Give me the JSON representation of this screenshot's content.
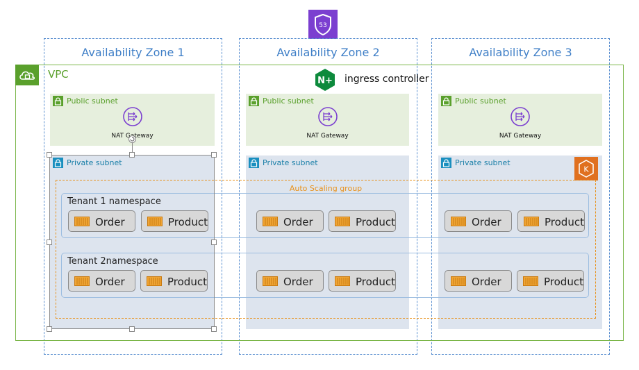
{
  "availability_zones": [
    {
      "title": "Availability Zone 1"
    },
    {
      "title": "Availability Zone 2"
    },
    {
      "title": "Availability Zone 3"
    }
  ],
  "vpc": {
    "label": "VPC"
  },
  "ingress": {
    "label": "ingress controller",
    "logo_text": "N+"
  },
  "route53": {
    "logo_text": "53"
  },
  "public_subnet": {
    "label": "Public subnet",
    "nat_label": "NAT Gateway"
  },
  "private_subnet": {
    "label": "Private subnet"
  },
  "eks": {
    "logo_text": "K"
  },
  "asg": {
    "label": "Auto Scaling group"
  },
  "namespaces": [
    {
      "label": "Tenant 1 namespace"
    },
    {
      "label": "Tenant 2namespace"
    }
  ],
  "services": {
    "order": "Order",
    "product": "Product"
  },
  "colors": {
    "az_border": "#5a8fd0",
    "vpc_border": "#7ab648",
    "public_bg": "#e6efdd",
    "private_bg": "#dde4ee",
    "asg_border": "#e8911a",
    "route53": "#7b3fd0",
    "nginx": "#0d8a3c",
    "eks": "#e0701f"
  }
}
